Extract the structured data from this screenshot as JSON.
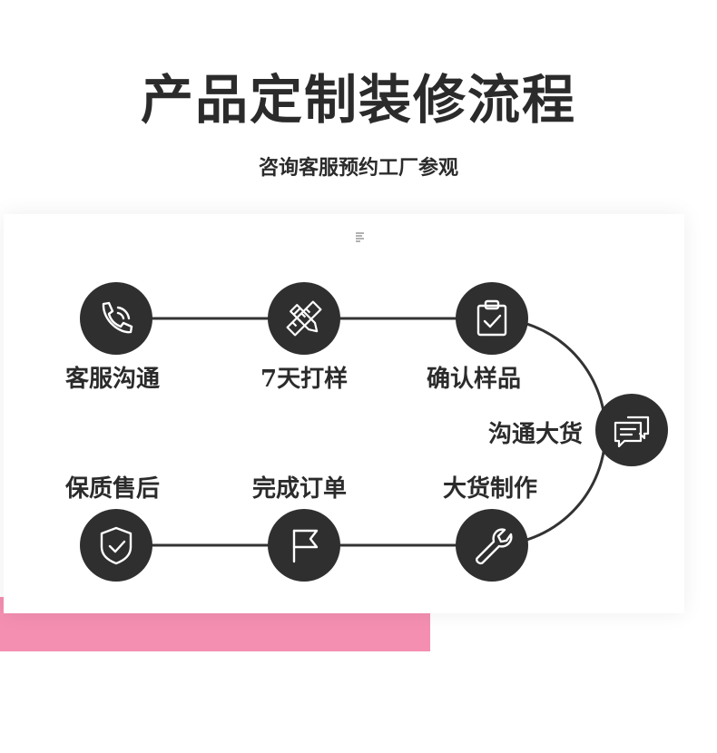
{
  "header": {
    "title": "产品定制装修流程",
    "subtitle": "咨询客服预约工厂参观"
  },
  "colors": {
    "accent_pink": "#f48fb1",
    "circle_fill": "#2f2f2f",
    "text_dark": "#2b2b2b"
  },
  "steps": [
    {
      "label": "客服沟通",
      "icon": "phone-icon"
    },
    {
      "label": "7天打样",
      "icon": "pencil-ruler-icon"
    },
    {
      "label": "确认样品",
      "icon": "clipboard-check-icon"
    },
    {
      "label": "沟通大货",
      "icon": "chat-bubbles-icon"
    },
    {
      "label": "大货制作",
      "icon": "wrench-icon"
    },
    {
      "label": "完成订单",
      "icon": "flag-icon"
    },
    {
      "label": "保质售后",
      "icon": "shield-check-icon"
    }
  ]
}
